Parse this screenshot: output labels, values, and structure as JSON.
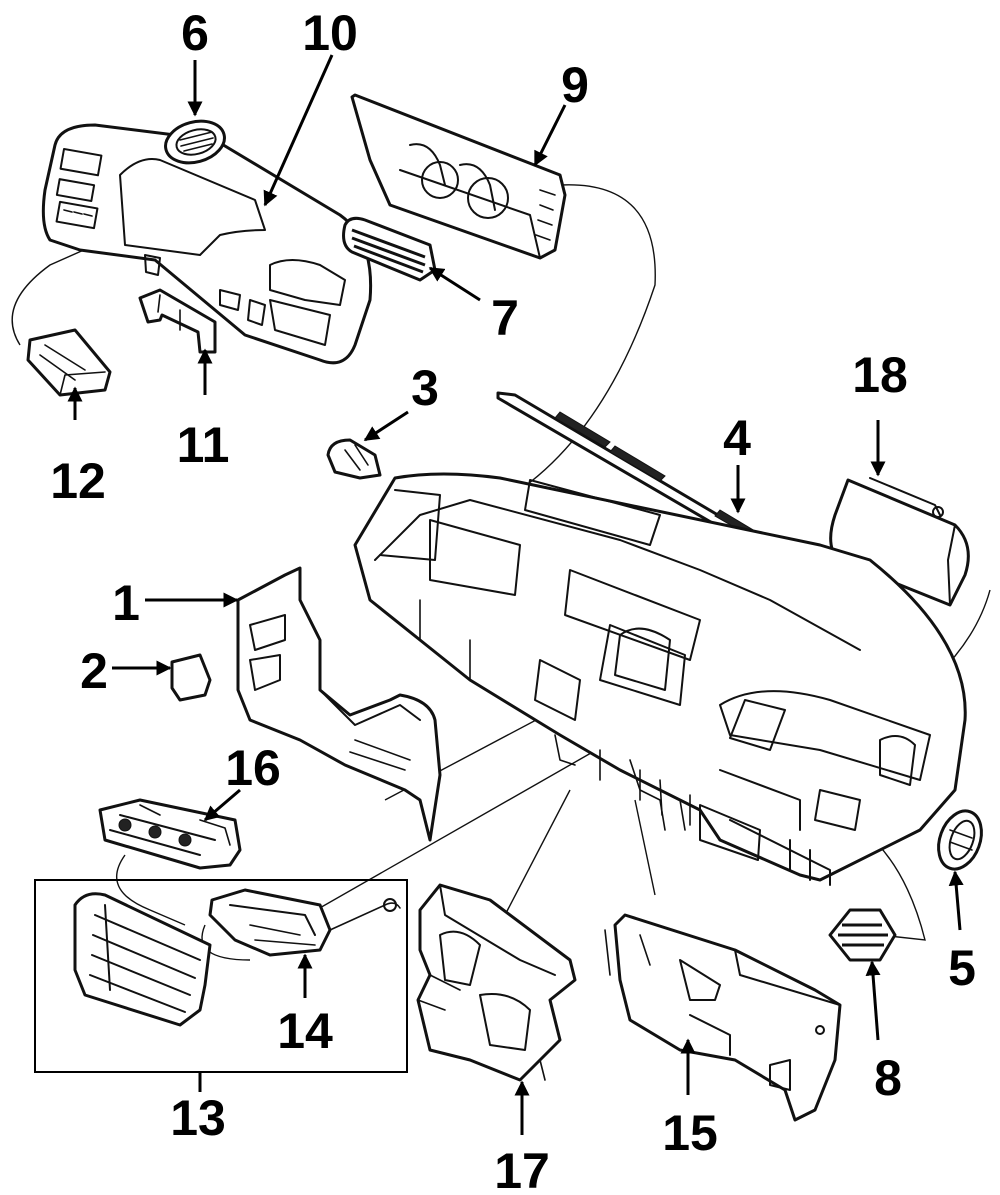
{
  "callouts": [
    {
      "id": "1",
      "label": "1"
    },
    {
      "id": "2",
      "label": "2"
    },
    {
      "id": "3",
      "label": "3"
    },
    {
      "id": "4",
      "label": "4"
    },
    {
      "id": "5",
      "label": "5"
    },
    {
      "id": "6",
      "label": "6"
    },
    {
      "id": "7",
      "label": "7"
    },
    {
      "id": "8",
      "label": "8"
    },
    {
      "id": "9",
      "label": "9"
    },
    {
      "id": "10",
      "label": "10"
    },
    {
      "id": "11",
      "label": "11"
    },
    {
      "id": "12",
      "label": "12"
    },
    {
      "id": "13",
      "label": "13"
    },
    {
      "id": "14",
      "label": "14"
    },
    {
      "id": "15",
      "label": "15"
    },
    {
      "id": "16",
      "label": "16"
    },
    {
      "id": "17",
      "label": "17"
    },
    {
      "id": "18",
      "label": "18"
    }
  ]
}
